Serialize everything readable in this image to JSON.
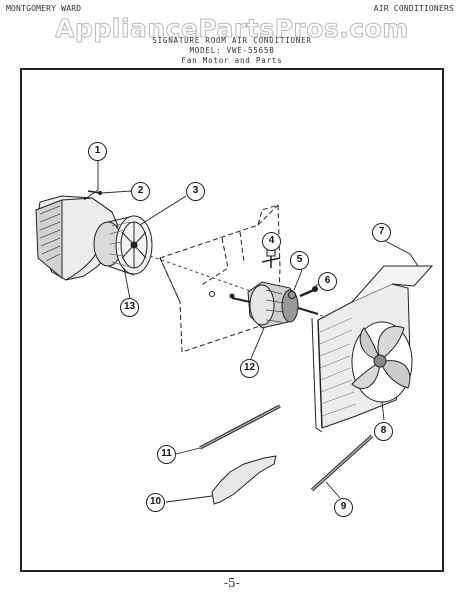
{
  "header": {
    "left": "MONTGOMERY WARD",
    "right": "AIR CONDITIONERS",
    "watermark": "AppliancePartsPros.com",
    "line1": "SIGNATURE ROOM AIR CONDITIONER",
    "line2": "MODEL: VWE-5565B",
    "line3": "Fan Motor and Parts"
  },
  "callouts": [
    "1",
    "2",
    "3",
    "4",
    "5",
    "6",
    "7",
    "8",
    "9",
    "10",
    "11",
    "12",
    "13"
  ],
  "footer": {
    "page": "-5-"
  }
}
